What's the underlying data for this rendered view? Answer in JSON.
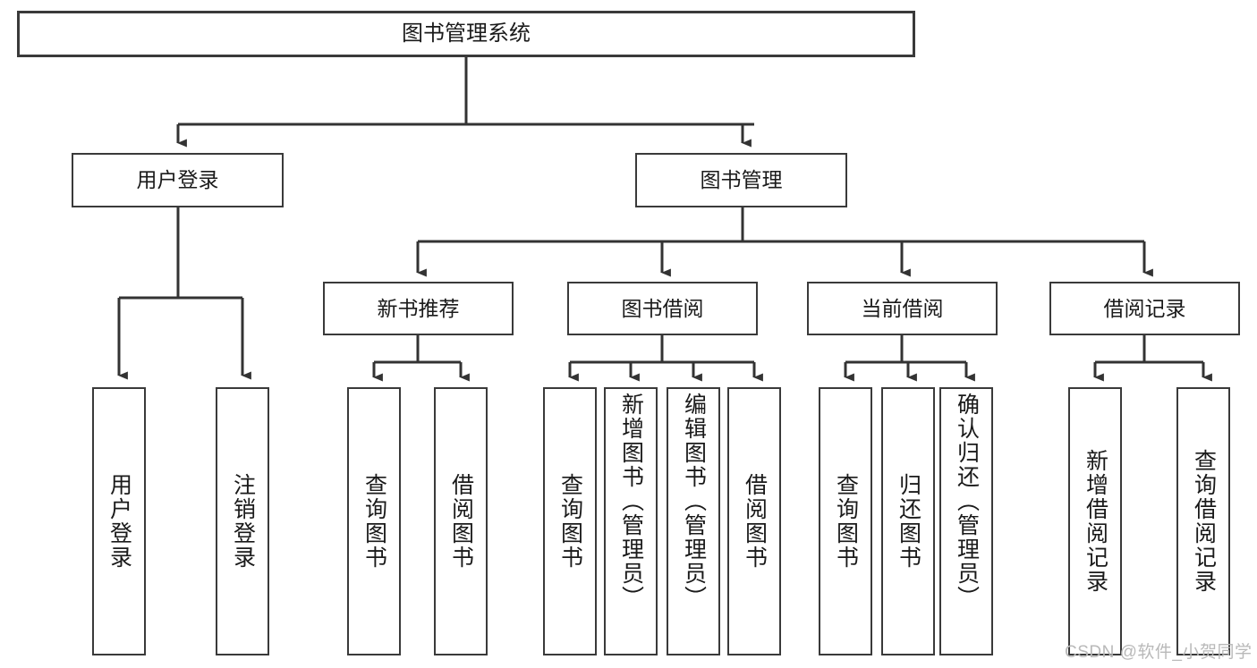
{
  "diagram": {
    "title": "图书管理系统",
    "type": "tree-hierarchy",
    "watermark": "CSDN @软件_小贺同学",
    "colors": {
      "box_border": "#3a3a3a",
      "box_fill": "#ffffff",
      "connector": "#333333",
      "text": "#1a1a1a",
      "watermark": "#b9b9b9",
      "background": "#ffffff"
    },
    "root": {
      "label": "图书管理系统"
    },
    "level1": [
      {
        "label": "用户登录"
      },
      {
        "label": "图书管理"
      }
    ],
    "level2": [
      {
        "label": "新书推荐"
      },
      {
        "label": "图书借阅"
      },
      {
        "label": "当前借阅"
      },
      {
        "label": "借阅记录"
      }
    ],
    "leaves": {
      "user_login": [
        {
          "label": "用户登录"
        },
        {
          "label": "注销登录"
        }
      ],
      "new_book_recommend": [
        {
          "label": "查询图书"
        },
        {
          "label": "借阅图书"
        }
      ],
      "book_borrow": [
        {
          "label": "查询图书"
        },
        {
          "label": "新增图书（管理员）"
        },
        {
          "label": "编辑图书（管理员）"
        },
        {
          "label": "借阅图书"
        }
      ],
      "current_borrow": [
        {
          "label": "查询图书"
        },
        {
          "label": "归还图书"
        },
        {
          "label": "确认归还（管理员）"
        }
      ],
      "borrow_record": [
        {
          "label": "新增借阅记录"
        },
        {
          "label": "查询借阅记录"
        }
      ]
    }
  }
}
